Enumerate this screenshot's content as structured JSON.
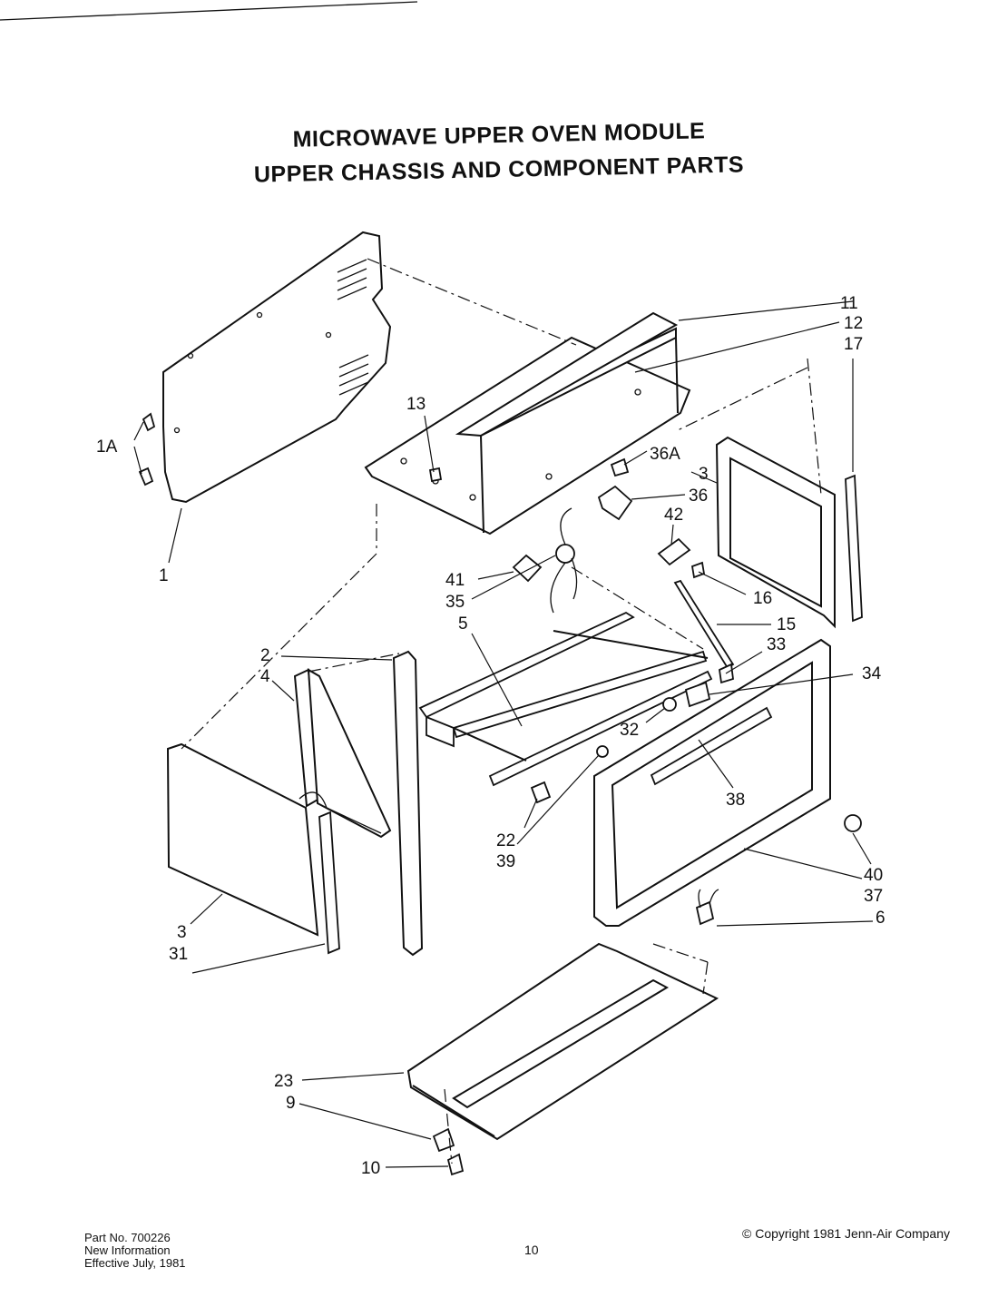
{
  "title": {
    "line1": "MICROWAVE UPPER OVEN MODULE",
    "line2": "UPPER CHASSIS AND COMPONENT PARTS"
  },
  "callouts": {
    "c1A": "1A",
    "c1": "1",
    "c13": "13",
    "c11": "11",
    "c12": "12",
    "c17": "17",
    "c36A": "36A",
    "c36": "36",
    "c3_right": "3",
    "c42": "42",
    "c41": "41",
    "c35": "35",
    "c16": "16",
    "c5": "5",
    "c15": "15",
    "c33": "33",
    "c34": "34",
    "c2": "2",
    "c4": "4",
    "c32": "32",
    "c38": "38",
    "c22": "22",
    "c39": "39",
    "c40": "40",
    "c37": "37",
    "c6": "6",
    "c3_left": "3",
    "c31": "31",
    "c23": "23",
    "c9": "9",
    "c10": "10"
  },
  "footer": {
    "part_no": "Part No. 700226",
    "new_info": "New Information",
    "effective": "Effective July, 1981",
    "page_number": "10",
    "copyright": "© Copyright 1981 Jenn-Air Company"
  }
}
